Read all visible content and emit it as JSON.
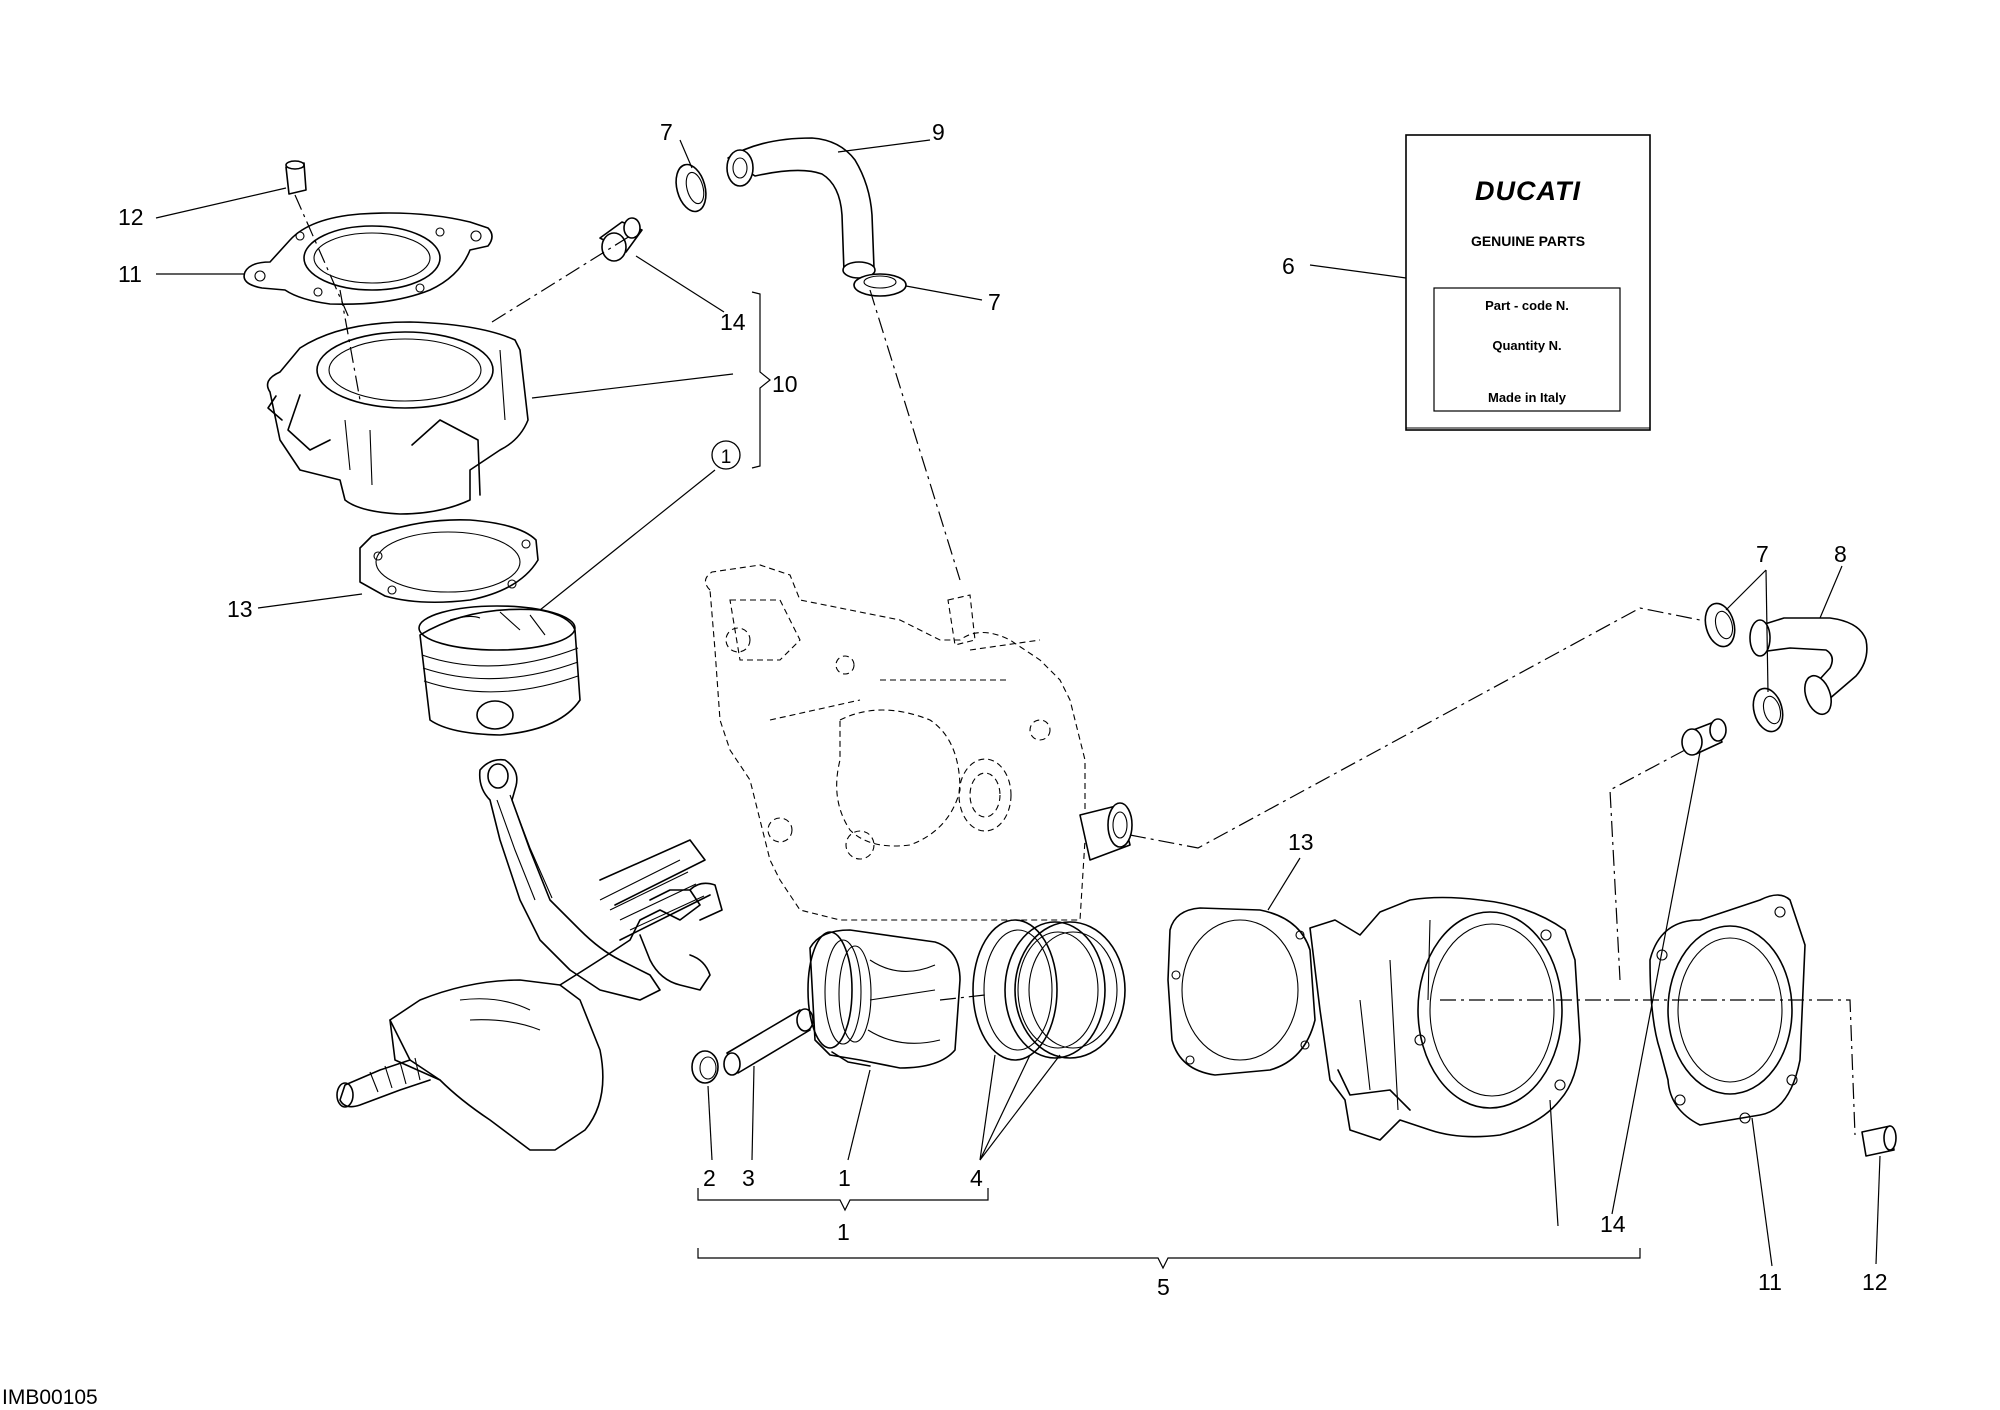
{
  "drawing_ref": "IMB00105",
  "tag_box": {
    "brand": "DUCATI",
    "subtitle": "GENUINE PARTS",
    "fields": [
      "Part - code N.",
      "Quantity N.",
      "Made in Italy"
    ]
  },
  "callouts": {
    "c12_top": "12",
    "c11_top": "11",
    "c13_top": "13",
    "c7_a": "7",
    "c9": "9",
    "c7_b": "7",
    "c14_top": "14",
    "c10": "10",
    "c1_circled": "1",
    "c6": "6",
    "c7_c": "7",
    "c8": "8",
    "c13_bottom": "13",
    "c2": "2",
    "c3": "3",
    "c1": "1",
    "c4": "4",
    "c5": "5",
    "c14_bottom": "14",
    "c11_bottom": "11",
    "c12_bottom": "12"
  }
}
